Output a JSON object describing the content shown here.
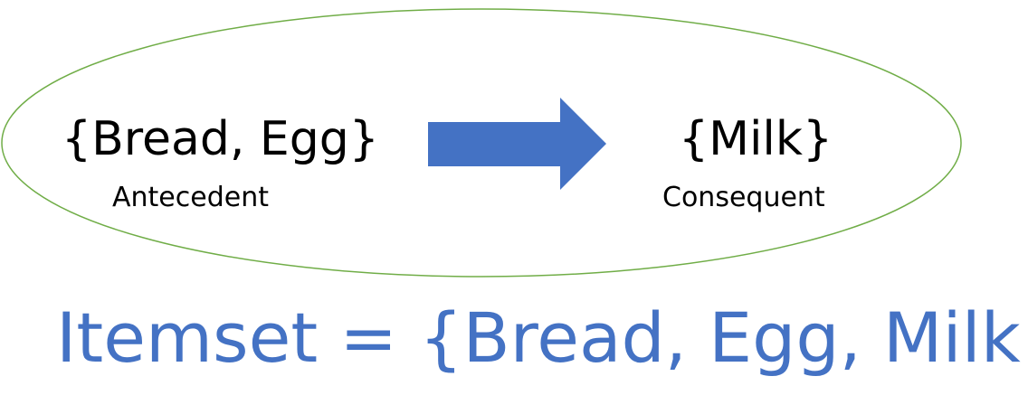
{
  "diagram": {
    "antecedent": {
      "set_text": "{Bread, Egg}",
      "label": "Antecedent"
    },
    "consequent": {
      "set_text": "{Milk}",
      "label": "Consequent"
    },
    "arrow": {
      "icon": "right-arrow-icon",
      "color": "#4472C4"
    },
    "ellipse": {
      "stroke_color": "#70AD47"
    },
    "itemset_text": "Itemset = {Bread, Egg, Milk}",
    "itemset_color": "#4472C4"
  }
}
